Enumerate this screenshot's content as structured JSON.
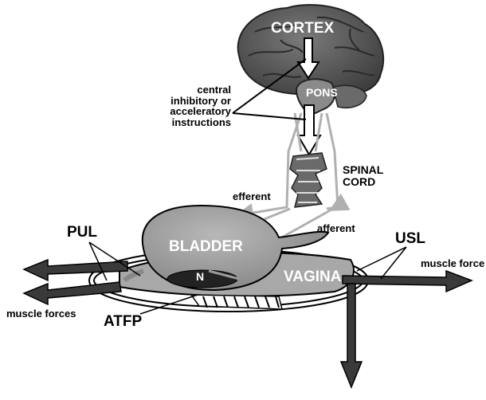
{
  "labels": {
    "cortex": "CORTEX",
    "pons": "PONS",
    "central_line1": "central",
    "central_line2": "inhibitory or",
    "central_line3": "acceleratory",
    "central_line4": "instructions",
    "spinal_line1": "SPINAL",
    "spinal_line2": "CORD",
    "efferent": "efferent",
    "afferent": "afferent",
    "bladder": "BLADDER",
    "n": "N",
    "vagina": "VAGINA",
    "pul": "PUL",
    "usl": "USL",
    "atfp": "ATFP",
    "muscle_force": "muscle force",
    "muscle_forces": "muscle forces"
  },
  "colors": {
    "brain": "#555555",
    "bladder": "#9a9a9a",
    "vagina": "#a8a8a8",
    "arrows_dark": "#3a3a3a",
    "nerve_lines": "#b0b0b0"
  }
}
